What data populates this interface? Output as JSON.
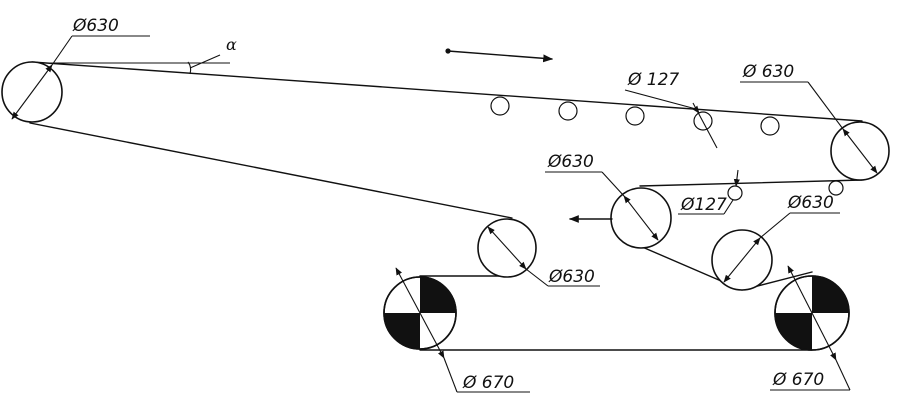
{
  "labels": {
    "pulley_head_left": "Ø630",
    "pulley_head_right": "Ø 630",
    "idler_upper": "Ø 127",
    "pulley_tension": "Ø630",
    "idler_return": "Ø127",
    "pulley_deflect_right": "Ø630",
    "pulley_bend_left": "Ø630",
    "drive_left": "Ø 670",
    "drive_right": "Ø 670",
    "angle": "α"
  }
}
